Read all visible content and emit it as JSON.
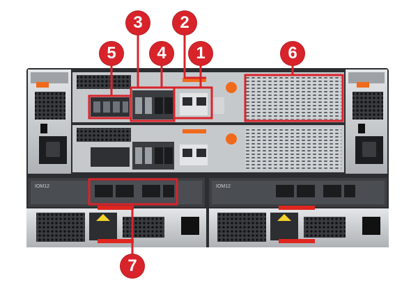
{
  "callouts": {
    "c1": "1",
    "c2": "2",
    "c3": "3",
    "c4": "4",
    "c5": "5",
    "c6": "6",
    "c7": "7"
  },
  "labels": {
    "iom_left": "IOM12",
    "iom_right": "IOM12"
  },
  "colors": {
    "callout_red": "#d8232a",
    "highlight_red": "#d8232a",
    "chassis_dark": "#2b2d30",
    "metal_light": "#c9cccf",
    "orange_tab": "#f06a1c"
  }
}
